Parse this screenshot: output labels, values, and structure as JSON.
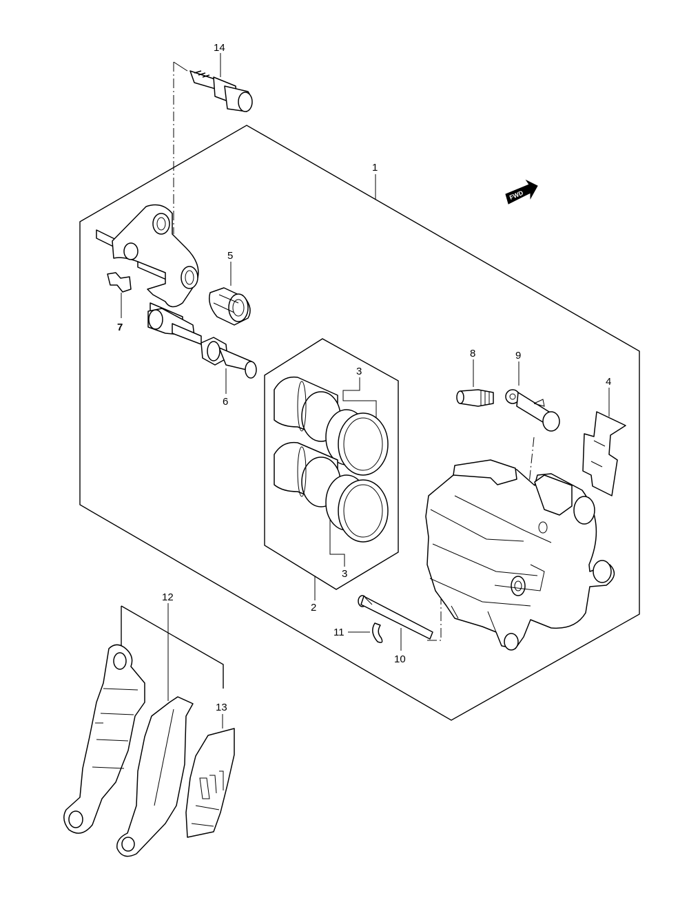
{
  "callouts": {
    "c1": "1",
    "c2": "2",
    "c3a": "3",
    "c3b": "3",
    "c4": "4",
    "c5": "5",
    "c6": "6",
    "c7": "7",
    "c8": "8",
    "c9": "9",
    "c10": "10",
    "c11": "11",
    "c12": "12",
    "c13": "13",
    "c14": "14"
  },
  "fwd_label": "FWD"
}
